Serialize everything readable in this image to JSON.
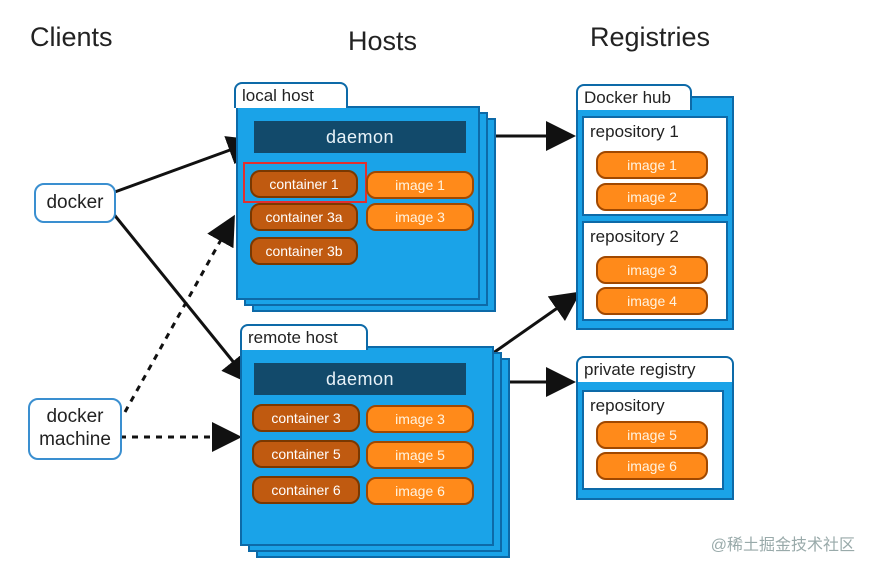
{
  "headers": {
    "clients": "Clients",
    "hosts": "Hosts",
    "registries": "Registries"
  },
  "clients": {
    "docker": "docker",
    "docker_machine": "docker\nmachine"
  },
  "local_host": {
    "label": "local host",
    "daemon": "daemon",
    "containers": [
      "container 1",
      "container 3a",
      "container 3b"
    ],
    "images": [
      "image 1",
      "image 3"
    ]
  },
  "remote_host": {
    "label": "remote host",
    "daemon": "daemon",
    "containers": [
      "container 3",
      "container 5",
      "container 6"
    ],
    "images": [
      "image 3",
      "image 5",
      "image 6"
    ]
  },
  "docker_hub": {
    "label": "Docker hub",
    "repositories": [
      {
        "label": "repository 1",
        "images": [
          "image 1",
          "image 2"
        ]
      },
      {
        "label": "repository 2",
        "images": [
          "image 3",
          "image 4"
        ]
      }
    ]
  },
  "private_registry": {
    "label": "private registry",
    "repository": {
      "label": "repository",
      "images": [
        "image 5",
        "image 6"
      ]
    }
  },
  "watermark": "@稀土掘金技术社区",
  "colors": {
    "host_blue": "#1aa3e8",
    "daemon": "#124a6b",
    "container": "#c05a10",
    "image": "#ff8a1a",
    "highlight": "#e03030"
  }
}
